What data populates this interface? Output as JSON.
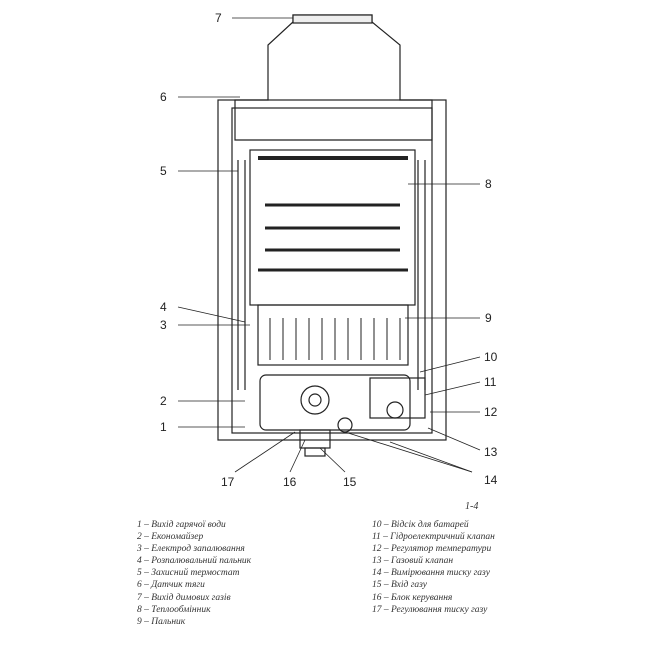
{
  "figure_label": "1-4",
  "callouts": [
    "1",
    "2",
    "3",
    "4",
    "5",
    "6",
    "7",
    "8",
    "9",
    "10",
    "11",
    "12",
    "13",
    "14",
    "15",
    "16",
    "17"
  ],
  "legend_left": [
    "1 – Вихід гарячої води",
    "2 – Економайзер",
    "3 – Електрод запалювання",
    "4 – Розпалювальний пальник",
    "5 – Захисний термостат",
    "6 – Датчик тяги",
    "7 – Вихід димових газів",
    "8 – Теплообмінник",
    "9 – Пальник"
  ],
  "legend_right": [
    "10 – Відсік для батарей",
    "11 – Гідроелектричний клапан",
    "12 – Регулятор температури",
    "13 – Газовий клапан",
    "14 – Вимірювання тиску газу",
    "15 – Вхід газу",
    "16 – Блок керування",
    "17 – Регулювання тиску газу"
  ]
}
